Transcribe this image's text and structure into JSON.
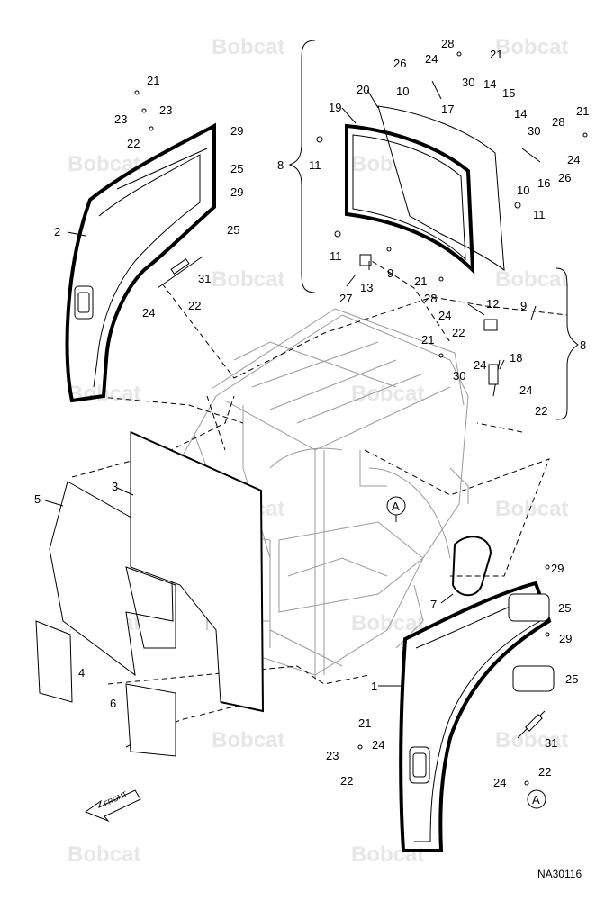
{
  "watermark_text": "Bobcat",
  "figure_code": "NA30116",
  "front_label": "FRONT",
  "group_label": "8",
  "detail_marker": "A",
  "callouts": {
    "c21": "21",
    "c22": "22",
    "c23": "23",
    "c24": "24",
    "c25": "25",
    "c26": "26",
    "c27": "27",
    "c28": "28",
    "c29": "29",
    "c30": "30",
    "c31": "31",
    "c1": "1",
    "c2": "2",
    "c3": "3",
    "c4": "4",
    "c5": "5",
    "c6": "6",
    "c7": "7",
    "c8": "8",
    "c9": "9",
    "c10": "10",
    "c11": "11",
    "c12": "12",
    "c13": "13",
    "c14": "14",
    "c15": "15",
    "c16": "16",
    "c17": "17",
    "c18": "18",
    "c19": "19",
    "c20": "20"
  }
}
